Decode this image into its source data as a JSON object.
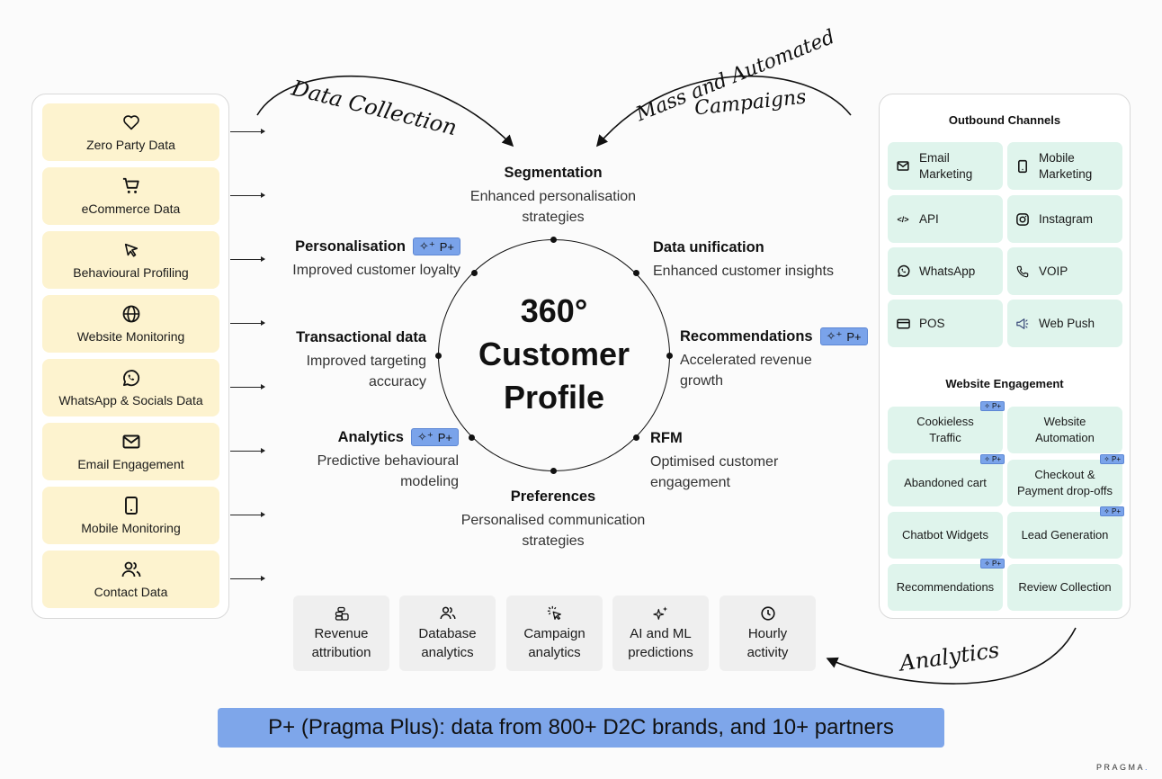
{
  "data_sources": [
    {
      "label": "Zero Party Data",
      "icon": "heart-icon"
    },
    {
      "label": "eCommerce Data",
      "icon": "cart-icon"
    },
    {
      "label": "Behavioural Profiling",
      "icon": "cursor-icon"
    },
    {
      "label": "Website Monitoring",
      "icon": "globe-icon"
    },
    {
      "label": "WhatsApp & Socials Data",
      "icon": "whatsapp-icon"
    },
    {
      "label": "Email Engagement",
      "icon": "mail-icon"
    },
    {
      "label": "Mobile Monitoring",
      "icon": "phone-icon"
    },
    {
      "label": "Contact Data",
      "icon": "users-icon"
    }
  ],
  "annotations": {
    "data_collection": "Data Collection",
    "campaigns_line1": "Mass and Automated",
    "campaigns_line2": "Campaigns",
    "analytics": "Analytics"
  },
  "center": {
    "line1": "360°",
    "line2": "Customer",
    "line3": "Profile"
  },
  "pplus_label": "P+",
  "features": {
    "segmentation": {
      "title": "Segmentation",
      "desc1": "Enhanced personalisation",
      "desc2": "strategies",
      "pplus": false
    },
    "personalisation": {
      "title": "Personalisation",
      "desc1": "Improved customer loyalty",
      "pplus": true
    },
    "data_unification": {
      "title": "Data unification",
      "desc1": "Enhanced customer insights",
      "pplus": false
    },
    "transactional": {
      "title": "Transactional data",
      "desc1": "Improved targeting",
      "desc2": "accuracy",
      "pplus": false
    },
    "recommendations": {
      "title": "Recommendations",
      "desc1": "Accelerated revenue",
      "desc2": "growth",
      "pplus": true
    },
    "analytics": {
      "title": "Analytics",
      "desc1": "Predictive behavioural",
      "desc2": "modeling",
      "pplus": true
    },
    "rfm": {
      "title": "RFM",
      "desc1": "Optimised customer",
      "desc2": "engagement",
      "pplus": false
    },
    "preferences": {
      "title": "Preferences",
      "desc1": "Personalised communication",
      "desc2": "strategies",
      "pplus": false
    }
  },
  "analytics_tiles": [
    {
      "line1": "Revenue",
      "line2": "attribution",
      "icon": "coins-icon"
    },
    {
      "line1": "Database",
      "line2": "analytics",
      "icon": "users-icon"
    },
    {
      "line1": "Campaign",
      "line2": "analytics",
      "icon": "click-icon"
    },
    {
      "line1": "AI and ML",
      "line2": "predictions",
      "icon": "sparkle-icon"
    },
    {
      "line1": "Hourly",
      "line2": "activity",
      "icon": "clock-icon"
    }
  ],
  "outbound": {
    "title": "Outbound Channels",
    "items": [
      {
        "line1": "Email",
        "line2": "Marketing",
        "icon": "mail-icon"
      },
      {
        "line1": "Mobile",
        "line2": "Marketing",
        "icon": "phone-icon"
      },
      {
        "line1": "API",
        "line2": "",
        "icon": "code-icon"
      },
      {
        "line1": "Instagram",
        "line2": "",
        "icon": "instagram-icon"
      },
      {
        "line1": "WhatsApp",
        "line2": "",
        "icon": "whatsapp-icon"
      },
      {
        "line1": "VOIP",
        "line2": "",
        "icon": "phone-call-icon"
      },
      {
        "line1": "POS",
        "line2": "",
        "icon": "card-icon"
      },
      {
        "line1": "Web Push",
        "line2": "",
        "icon": "megaphone-icon"
      }
    ]
  },
  "website_engagement": {
    "title": "Website Engagement",
    "items": [
      {
        "line1": "Cookieless",
        "line2": "Traffic",
        "pplus": true
      },
      {
        "line1": "Website",
        "line2": "Automation",
        "pplus": false
      },
      {
        "line1": "Abandoned cart",
        "line2": "",
        "pplus": true
      },
      {
        "line1": "Checkout &",
        "line2": "Payment drop-offs",
        "pplus": true
      },
      {
        "line1": "Chatbot Widgets",
        "line2": "",
        "pplus": false
      },
      {
        "line1": "Lead Generation",
        "line2": "",
        "pplus": true
      },
      {
        "line1": "Recommendations",
        "line2": "",
        "pplus": true
      },
      {
        "line1": "Review Collection",
        "line2": "",
        "pplus": false
      }
    ]
  },
  "banner": "P+ (Pragma Plus): data from 800+ D2C brands, and 10+ partners",
  "brand": "PRAGMA",
  "colors": {
    "source_card": "#fdf3cf",
    "channel_card": "#dff4ec",
    "pplus_badge": "#7aa3ea",
    "banner": "#7ea6ea",
    "analytics_tile": "#efefef"
  }
}
